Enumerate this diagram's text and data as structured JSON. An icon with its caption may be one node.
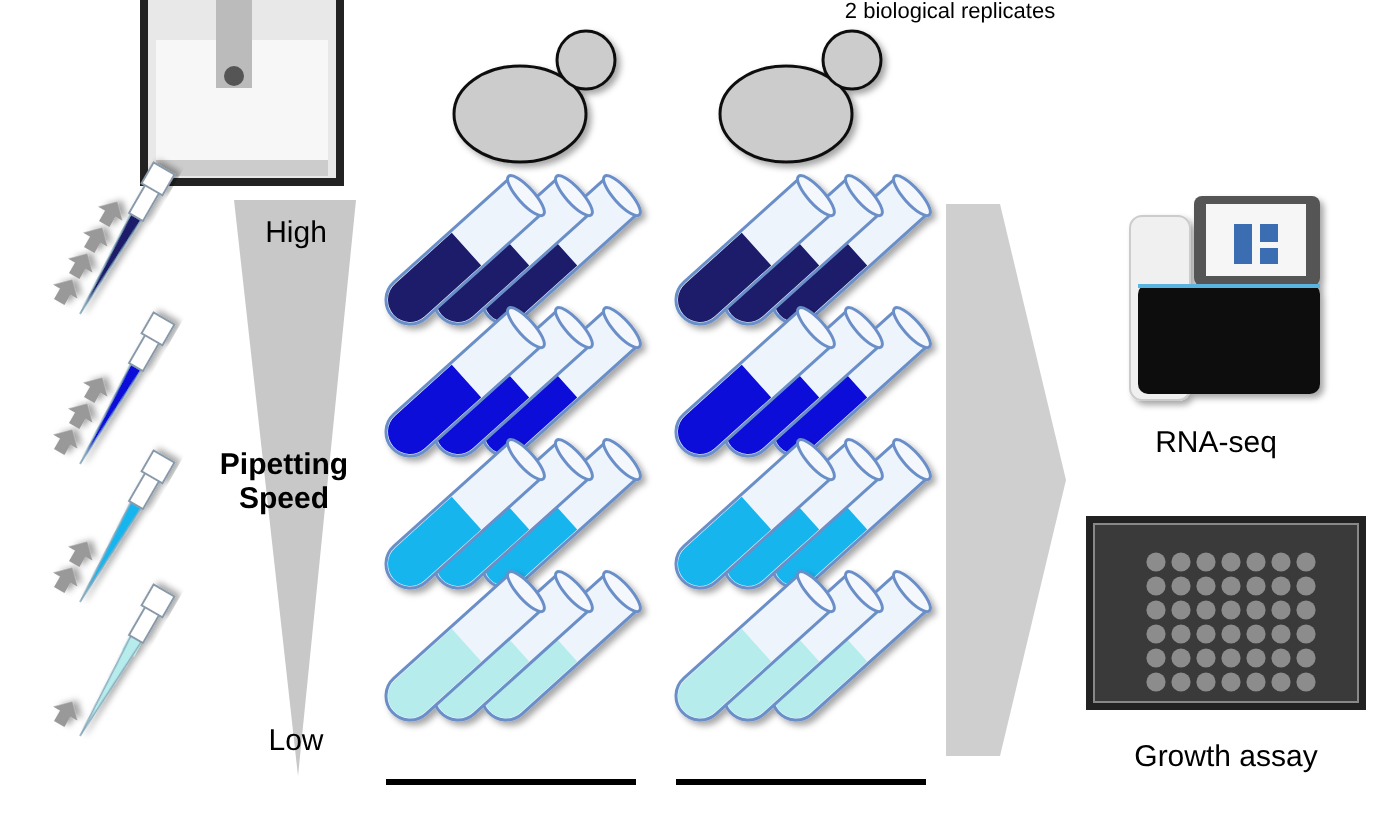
{
  "diagram": {
    "nodes": [
      {
        "text": [],
        "shape": "arrow"
      }
    ],
    "labels": [
      "2 biological replicates",
      "High",
      "Pipetting Speed",
      "Low",
      "RNA-seq",
      "Growth assay"
    ]
  }
}
